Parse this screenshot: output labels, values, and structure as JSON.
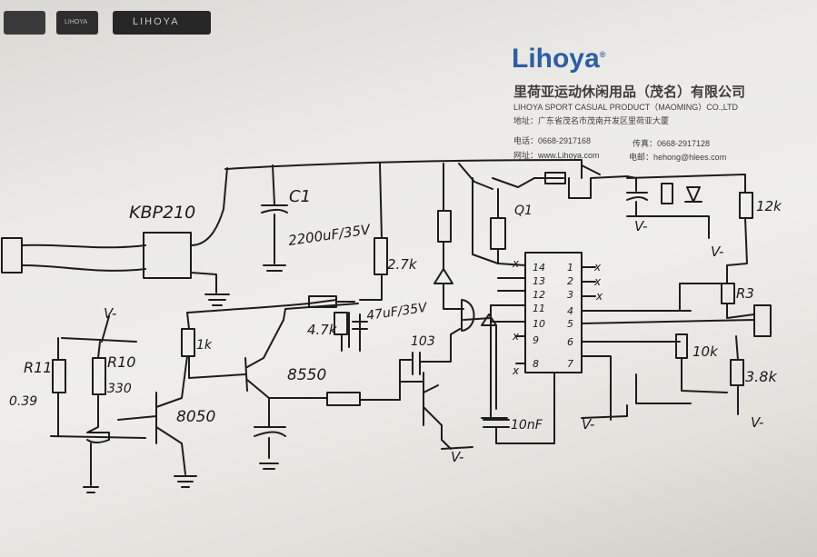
{
  "letterhead": {
    "logo_small": "LIHOYA",
    "logo_wide": "LIHOYA",
    "brand": "Lihoya",
    "brand_mark": "®",
    "company_cn": "里荷亚运动休闲用品（茂名）有限公司",
    "company_en": "LIHOYA SPORT CASUAL PRODUCT（MAOMING）CO.,LTD",
    "address": "地址：广东省茂名市茂南开发区里荷亚大厦",
    "phone": "电话：0668-2917168",
    "fax": "传真：0668-2917128",
    "website": "网址：www.Lihoya.com",
    "email": "电邮：hehong@hlees.com"
  },
  "schematic": {
    "rectifier": "KBP210",
    "capacitor_c1_name": "C1",
    "capacitor_c1_value": "2200uF/35V",
    "resistor_2k7": "2.7k",
    "resistor_4k7": "4.7k",
    "capacitor_47uf": "47uF/35V",
    "capacitor_103": "103",
    "transistor_q1": "Q1",
    "resistor_12k": "12k",
    "resistor_r3": "R3",
    "resistor_10k": "10k",
    "resistor_3k8": "3.8k",
    "resistor_1k": "1k",
    "transistor_8550": "8550",
    "transistor_8050": "8050",
    "resistor_r11": "R11",
    "resistor_r11_value": "0.39",
    "resistor_r10": "R10",
    "resistor_r10_value": "330",
    "capacitor_10nf": "10nF",
    "supply_label": "V-",
    "ic_pins_left": [
      "14",
      "13",
      "12",
      "11",
      "10",
      "9",
      "8"
    ],
    "ic_pins_right": [
      "1",
      "2",
      "3",
      "4",
      "5",
      "6",
      "7"
    ],
    "nc_mark": "x"
  },
  "colors": {
    "brand_blue": "#2b5fa6",
    "ink": "#1c1c1c",
    "paper": "#eceae6"
  }
}
